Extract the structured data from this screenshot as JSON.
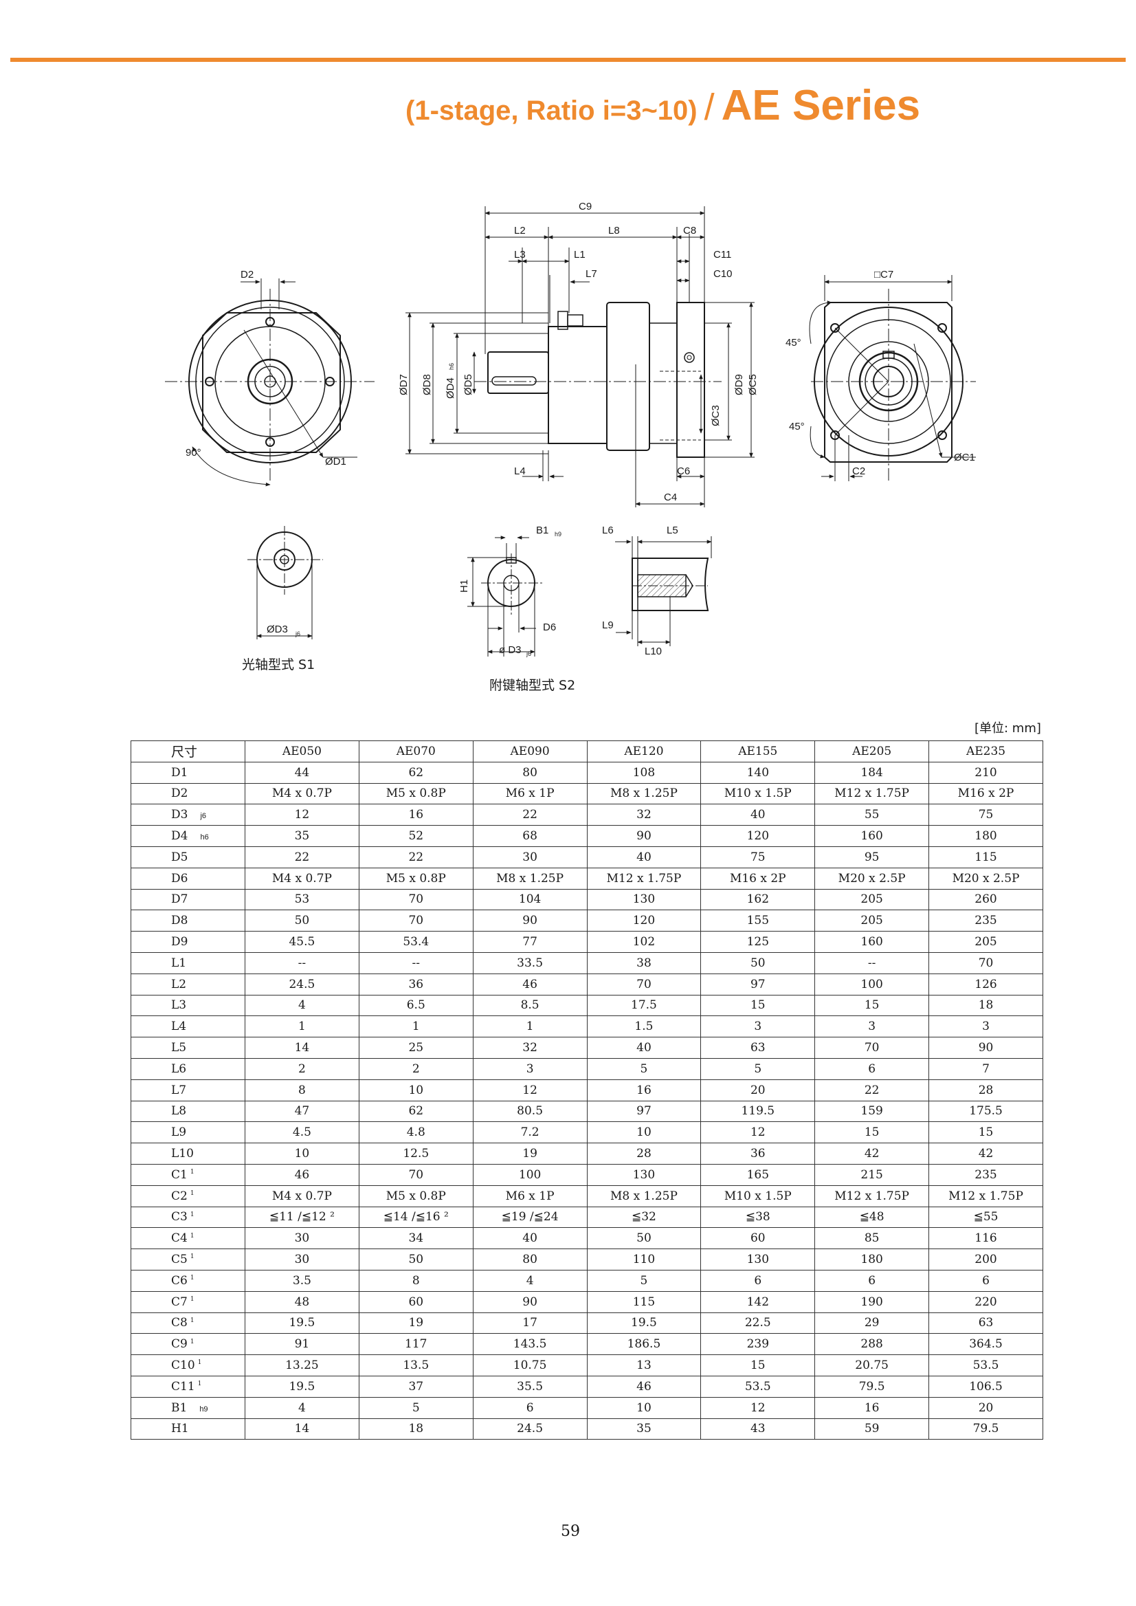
{
  "header": {
    "subtitle": "(1-stage, Ratio i=3~10)",
    "slash": "/",
    "series": "AE Series",
    "accent_color": "#ef8a2e"
  },
  "drawings": {
    "front_view": {
      "labels": {
        "d2": "D2",
        "d1": "ØD1",
        "angle": "90°"
      }
    },
    "side_view": {
      "labels": {
        "c9": "C9",
        "l2": "L2",
        "l8": "L8",
        "c8": "C8",
        "l3": "L3",
        "l1": "L1",
        "c11": "C11",
        "l7": "L7",
        "c10": "C10",
        "d7": "ØD7",
        "d8": "ØD8",
        "d4": "ØD4",
        "d4_tol": "h6",
        "d5": "ØD5",
        "c3": "ØC3",
        "d9": "ØD9",
        "c5": "ØC5",
        "l4": "L4",
        "c6": "C6",
        "c4": "C4"
      }
    },
    "flange_view": {
      "labels": {
        "c7": "□C7",
        "a1": "45°",
        "a2": "45°",
        "c2": "C2",
        "c1": "ØC1"
      }
    },
    "shaft_s1": {
      "labels": {
        "d3": "ØD3",
        "d3_tol": "j6"
      },
      "caption": "光轴型式 S1"
    },
    "shaft_s2": {
      "labels": {
        "b1": "B1",
        "b1_tol": "h9",
        "h1": "H1",
        "d6": "D6",
        "d3": "ø D3",
        "d3_tol": "j6"
      },
      "caption": "附键轴型式 S2"
    },
    "shaft_detail": {
      "labels": {
        "l6": "L6",
        "l5": "L5",
        "l9": "L9",
        "l10": "L10"
      }
    }
  },
  "unit_note": "[单位: mm]",
  "table": {
    "corner": "尺寸",
    "columns": [
      "AE050",
      "AE070",
      "AE090",
      "AE120",
      "AE155",
      "AE205",
      "AE235"
    ],
    "rows": [
      {
        "label": "D1",
        "values": [
          "44",
          "62",
          "80",
          "108",
          "140",
          "184",
          "210"
        ]
      },
      {
        "label": "D2",
        "values": [
          "M4 x 0.7P",
          "M5 x 0.8P",
          "M6 x 1P",
          "M8 x 1.25P",
          "M10 x 1.5P",
          "M12 x 1.75P",
          "M16 x 2P"
        ]
      },
      {
        "label": "D3",
        "sub": "j6",
        "values": [
          "12",
          "16",
          "22",
          "32",
          "40",
          "55",
          "75"
        ]
      },
      {
        "label": "D4",
        "sub": "h6",
        "values": [
          "35",
          "52",
          "68",
          "90",
          "120",
          "160",
          "180"
        ]
      },
      {
        "label": "D5",
        "values": [
          "22",
          "22",
          "30",
          "40",
          "75",
          "95",
          "115"
        ]
      },
      {
        "label": "D6",
        "values": [
          "M4 x 0.7P",
          "M5 x 0.8P",
          "M8 x 1.25P",
          "M12 x 1.75P",
          "M16 x 2P",
          "M20 x 2.5P",
          "M20 x 2.5P"
        ]
      },
      {
        "label": "D7",
        "values": [
          "53",
          "70",
          "104",
          "130",
          "162",
          "205",
          "260"
        ]
      },
      {
        "label": "D8",
        "values": [
          "50",
          "70",
          "90",
          "120",
          "155",
          "205",
          "235"
        ]
      },
      {
        "label": "D9",
        "values": [
          "45.5",
          "53.4",
          "77",
          "102",
          "125",
          "160",
          "205"
        ]
      },
      {
        "label": "L1",
        "values": [
          "--",
          "--",
          "33.5",
          "38",
          "50",
          "--",
          "70"
        ]
      },
      {
        "label": "L2",
        "values": [
          "24.5",
          "36",
          "46",
          "70",
          "97",
          "100",
          "126"
        ]
      },
      {
        "label": "L3",
        "values": [
          "4",
          "6.5",
          "8.5",
          "17.5",
          "15",
          "15",
          "18"
        ]
      },
      {
        "label": "L4",
        "values": [
          "1",
          "1",
          "1",
          "1.5",
          "3",
          "3",
          "3"
        ]
      },
      {
        "label": "L5",
        "values": [
          "14",
          "25",
          "32",
          "40",
          "63",
          "70",
          "90"
        ]
      },
      {
        "label": "L6",
        "values": [
          "2",
          "2",
          "3",
          "5",
          "5",
          "6",
          "7"
        ]
      },
      {
        "label": "L7",
        "values": [
          "8",
          "10",
          "12",
          "16",
          "20",
          "22",
          "28"
        ]
      },
      {
        "label": "L8",
        "values": [
          "47",
          "62",
          "80.5",
          "97",
          "119.5",
          "159",
          "175.5"
        ]
      },
      {
        "label": "L9",
        "values": [
          "4.5",
          "4.8",
          "7.2",
          "10",
          "12",
          "15",
          "15"
        ]
      },
      {
        "label": "L10",
        "values": [
          "10",
          "12.5",
          "19",
          "28",
          "36",
          "42",
          "42"
        ]
      },
      {
        "label": "C1",
        "sup": "1",
        "values": [
          "46",
          "70",
          "100",
          "130",
          "165",
          "215",
          "235"
        ]
      },
      {
        "label": "C2",
        "sup": "1",
        "values": [
          "M4 x 0.7P",
          "M5 x 0.8P",
          "M6 x 1P",
          "M8 x 1.25P",
          "M10 x 1.5P",
          "M12 x 1.75P",
          "M12 x 1.75P"
        ]
      },
      {
        "label": "C3",
        "sup": "1",
        "values": [
          "≦11 /≦12 ²",
          "≦14 /≦16 ²",
          "≦19 /≦24",
          "≦32",
          "≦38",
          "≦48",
          "≦55"
        ]
      },
      {
        "label": "C4",
        "sup": "1",
        "values": [
          "30",
          "34",
          "40",
          "50",
          "60",
          "85",
          "116"
        ]
      },
      {
        "label": "C5",
        "sup": "1",
        "values": [
          "30",
          "50",
          "80",
          "110",
          "130",
          "180",
          "200"
        ]
      },
      {
        "label": "C6",
        "sup": "1",
        "values": [
          "3.5",
          "8",
          "4",
          "5",
          "6",
          "6",
          "6"
        ]
      },
      {
        "label": "C7",
        "sup": "1",
        "values": [
          "48",
          "60",
          "90",
          "115",
          "142",
          "190",
          "220"
        ]
      },
      {
        "label": "C8",
        "sup": "1",
        "values": [
          "19.5",
          "19",
          "17",
          "19.5",
          "22.5",
          "29",
          "63"
        ]
      },
      {
        "label": "C9",
        "sup": "1",
        "values": [
          "91",
          "117",
          "143.5",
          "186.5",
          "239",
          "288",
          "364.5"
        ]
      },
      {
        "label": "C10",
        "sup": "1",
        "values": [
          "13.25",
          "13.5",
          "10.75",
          "13",
          "15",
          "20.75",
          "53.5"
        ]
      },
      {
        "label": "C11",
        "sup": "1",
        "values": [
          "19.5",
          "37",
          "35.5",
          "46",
          "53.5",
          "79.5",
          "106.5"
        ]
      },
      {
        "label": "B1",
        "sub": "h9",
        "values": [
          "4",
          "5",
          "6",
          "10",
          "12",
          "16",
          "20"
        ]
      },
      {
        "label": "H1",
        "values": [
          "14",
          "18",
          "24.5",
          "35",
          "43",
          "59",
          "79.5"
        ]
      }
    ]
  },
  "page_number": "59"
}
